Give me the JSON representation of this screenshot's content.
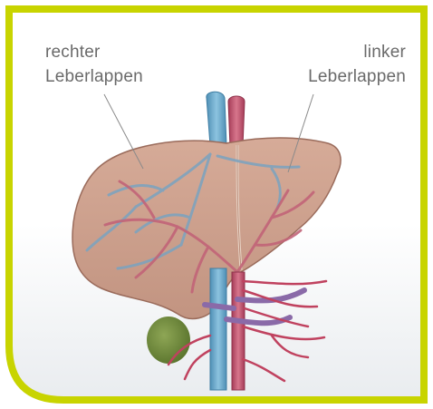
{
  "labels": {
    "right_lobe": {
      "line1": "rechter",
      "line2": "Leberlappen"
    },
    "left_lobe": {
      "line1": "linker",
      "line2": "Leberlappen"
    }
  },
  "colors": {
    "frame_accent": "#c8d400",
    "liver": "#c99c88",
    "liver_edge": "#9a6b5b",
    "vein_blue": "#6aa7c9",
    "artery_red": "#c2506a",
    "gallbladder": "#6f8a3a",
    "label_text": "#6a6a6a"
  }
}
